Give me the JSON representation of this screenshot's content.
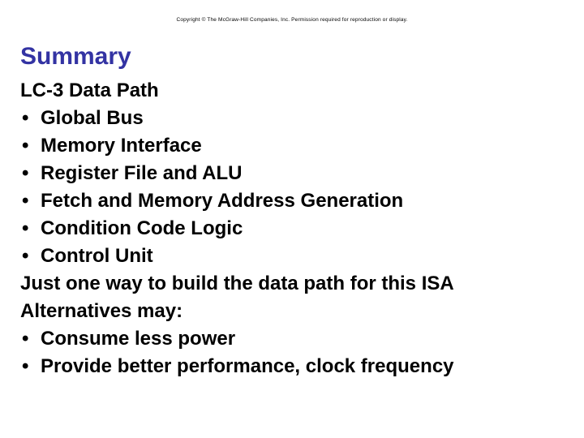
{
  "slide": {
    "copyright": "Copyright © The McGraw-Hill Companies, Inc.  Permission required for reproduction or display.",
    "title": "Summary",
    "title_color": "#3333a3",
    "text_color": "#000000",
    "background_color": "#ffffff",
    "bullet_glyph": "•",
    "body": [
      {
        "level": 0,
        "text": "LC-3 Data Path"
      },
      {
        "level": 1,
        "text": "Global Bus"
      },
      {
        "level": 1,
        "text": "Memory Interface"
      },
      {
        "level": 1,
        "text": "Register File and ALU"
      },
      {
        "level": 1,
        "text": "Fetch and Memory Address Generation"
      },
      {
        "level": 1,
        "text": "Condition Code Logic"
      },
      {
        "level": 1,
        "text": "Control Unit"
      },
      {
        "level": 0,
        "text": "Just one way to build the data path for this ISA"
      },
      {
        "level": 0,
        "text": "Alternatives may:"
      },
      {
        "level": 1,
        "text": "Consume less power"
      },
      {
        "level": 1,
        "text": "Provide better performance, clock frequency"
      }
    ]
  }
}
